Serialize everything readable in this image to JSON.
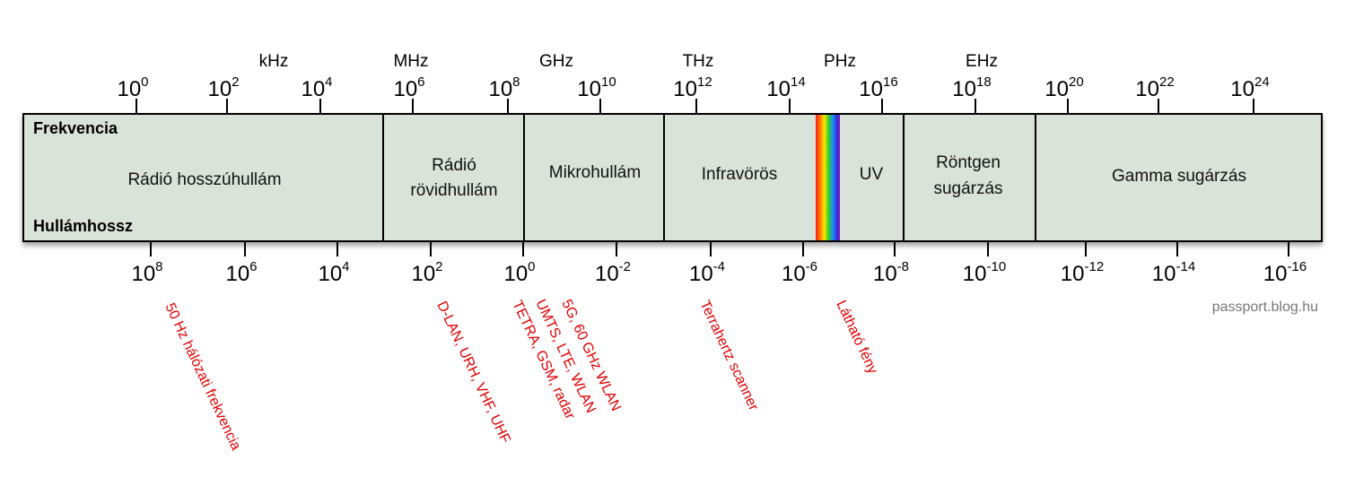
{
  "title_rows": {
    "frequency": "Frekvencia",
    "wavelength": "Hullámhossz"
  },
  "frequency_units": [
    "kHz",
    "MHz",
    "GHz",
    "THz",
    "PHz",
    "EHz"
  ],
  "frequency_ticks": [
    {
      "base": "10",
      "exp": "0"
    },
    {
      "base": "10",
      "exp": "2"
    },
    {
      "base": "10",
      "exp": "4"
    },
    {
      "base": "10",
      "exp": "6"
    },
    {
      "base": "10",
      "exp": "8"
    },
    {
      "base": "10",
      "exp": "10"
    },
    {
      "base": "10",
      "exp": "12"
    },
    {
      "base": "10",
      "exp": "14"
    },
    {
      "base": "10",
      "exp": "16"
    },
    {
      "base": "10",
      "exp": "18"
    },
    {
      "base": "10",
      "exp": "20"
    },
    {
      "base": "10",
      "exp": "22"
    },
    {
      "base": "10",
      "exp": "24"
    }
  ],
  "wavelength_ticks": [
    {
      "base": "10",
      "exp": "8"
    },
    {
      "base": "10",
      "exp": "6"
    },
    {
      "base": "10",
      "exp": "4"
    },
    {
      "base": "10",
      "exp": "2"
    },
    {
      "base": "10",
      "exp": "0"
    },
    {
      "base": "10",
      "exp": "-2"
    },
    {
      "base": "10",
      "exp": "-4"
    },
    {
      "base": "10",
      "exp": "-6"
    },
    {
      "base": "10",
      "exp": "-8"
    },
    {
      "base": "10",
      "exp": "-10"
    },
    {
      "base": "10",
      "exp": "-12"
    },
    {
      "base": "10",
      "exp": "-14"
    },
    {
      "base": "10",
      "exp": "-16"
    }
  ],
  "bands": [
    {
      "lines": [
        "Rádió hosszúhullám"
      ]
    },
    {
      "lines": [
        "Rádió",
        "rövidhullám"
      ]
    },
    {
      "lines": [
        "Mikrohullám"
      ]
    },
    {
      "lines": [
        "Infravörös"
      ]
    },
    {
      "lines": [
        "UV"
      ]
    },
    {
      "lines": [
        "Röntgen",
        "sugárzás"
      ]
    },
    {
      "lines": [
        "Gamma sugárzás"
      ]
    }
  ],
  "applications": [
    "50 Hz hálózati frekvencia",
    "D-LAN, URH, VHF, UHF",
    "TETRA, GSM, radar",
    "UMTS, LTE, WLAN",
    "5G, 60 GHz WLAN",
    "Terrahertz scanner",
    "Látható fény"
  ],
  "credit": "passport.blog.hu",
  "colors": {
    "band_fill": "#d9e3d9",
    "band_stroke": "#000000",
    "application_text": "#e00000"
  }
}
